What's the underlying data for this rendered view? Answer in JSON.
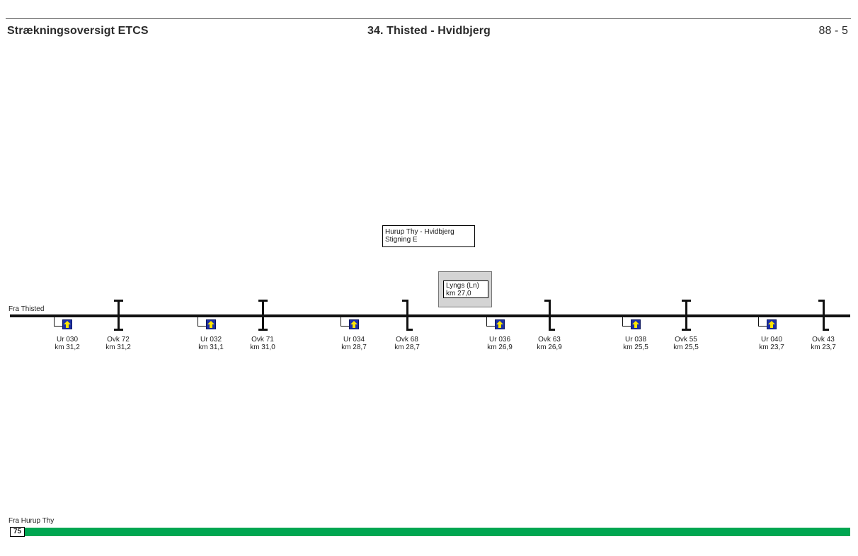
{
  "header": {
    "left": "Strækningsoversigt ETCS",
    "center": "34. Thisted - Hvidbjerg",
    "right": "88 - 5"
  },
  "section_box": {
    "line1": "Hurup Thy - Hvidbjerg",
    "line2": "Stigning E"
  },
  "station": {
    "name": "Lyngs (Ln)",
    "km": "km 27,0"
  },
  "from_top": "Fra Thisted",
  "from_bottom": "Fra Hurup Thy",
  "bottom_bar_number": "75",
  "colors": {
    "track": "#111111",
    "signal_fill": "#1c2fa8",
    "arrow": "#ffe500",
    "gradient_bar": "#00a651"
  },
  "signals": [
    {
      "name": "Ur 030",
      "km": "km 31,2",
      "icon": "up-arrow-signal-icon"
    },
    {
      "name": "Ur 032",
      "km": "km 31,1",
      "icon": "up-arrow-signal-icon"
    },
    {
      "name": "Ur 034",
      "km": "km 28,7",
      "icon": "up-arrow-signal-icon"
    },
    {
      "name": "Ur 036",
      "km": "km 26,9",
      "icon": "up-arrow-signal-icon"
    },
    {
      "name": "Ur 038",
      "km": "km 25,5",
      "icon": "up-arrow-signal-icon"
    },
    {
      "name": "Ur 040",
      "km": "km 23,7",
      "icon": "up-arrow-signal-icon"
    }
  ],
  "crossings": [
    {
      "name": "Ovk 72",
      "km": "km 31,2",
      "style": "both-sides"
    },
    {
      "name": "Ovk 71",
      "km": "km 31,0",
      "style": "both-sides"
    },
    {
      "name": "Ovk 68",
      "km": "km 28,7",
      "style": "one-sided"
    },
    {
      "name": "Ovk 63",
      "km": "km 26,9",
      "style": "one-sided"
    },
    {
      "name": "Ovk 55",
      "km": "km 25,5",
      "style": "both-sides"
    },
    {
      "name": "Ovk 43",
      "km": "km 23,7",
      "style": "one-sided"
    }
  ]
}
